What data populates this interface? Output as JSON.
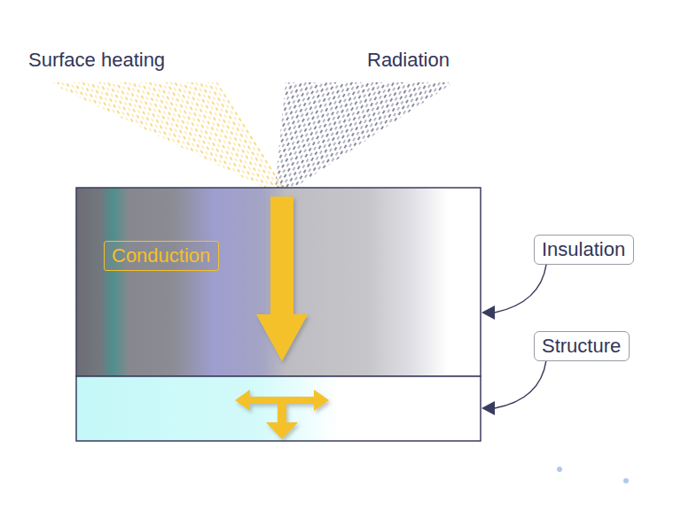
{
  "diagram": {
    "nodes": [
      {
        "text": [
          "Conduction"
        ]
      },
      {
        "text": [
          "Insulation"
        ]
      },
      {
        "text": [
          "Structure"
        ]
      }
    ],
    "labels": [
      "Surface heating",
      "Radiation"
    ]
  }
}
